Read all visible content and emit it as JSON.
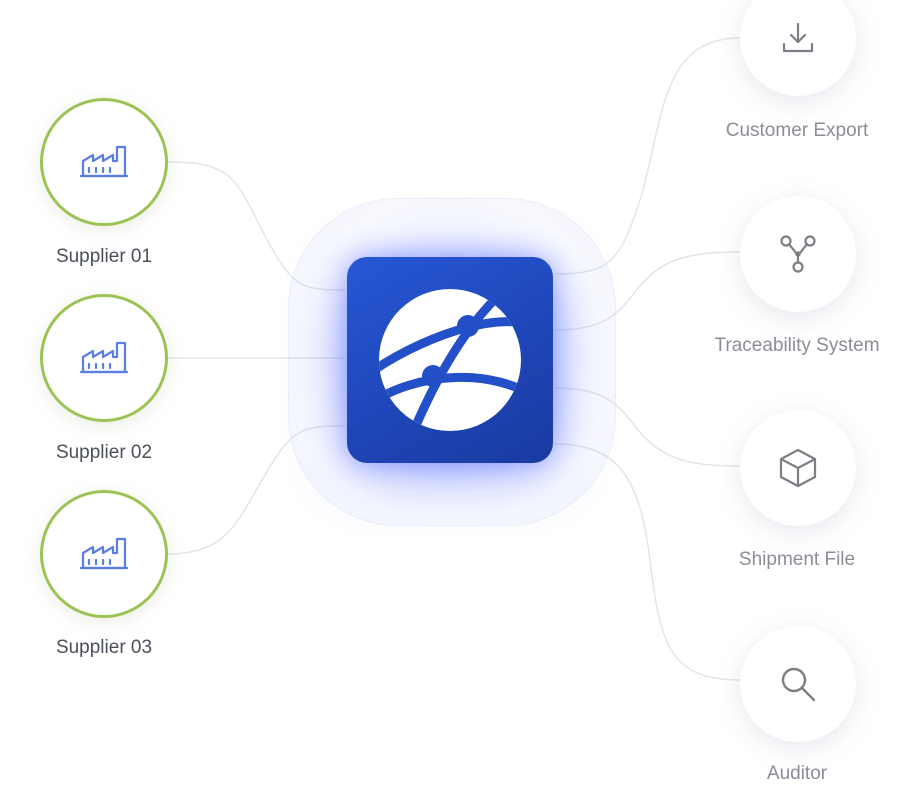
{
  "colors": {
    "hub_blue": "#1f46b8",
    "supplier_ring": "#9bc455",
    "factory_icon": "#5b7fe0",
    "output_icon": "#7c7f86",
    "connector": "#e3e5ea"
  },
  "hub": {
    "icon": "globe-network-icon"
  },
  "suppliers": [
    {
      "label": "Supplier 01",
      "icon": "factory-icon"
    },
    {
      "label": "Supplier 02",
      "icon": "factory-icon"
    },
    {
      "label": "Supplier 03",
      "icon": "factory-icon"
    }
  ],
  "outputs": [
    {
      "label": "Customer Export",
      "icon": "download-icon"
    },
    {
      "label": "Traceability System",
      "icon": "network-nodes-icon"
    },
    {
      "label": "Shipment File",
      "icon": "box-icon"
    },
    {
      "label": "Auditor",
      "icon": "search-icon"
    }
  ]
}
